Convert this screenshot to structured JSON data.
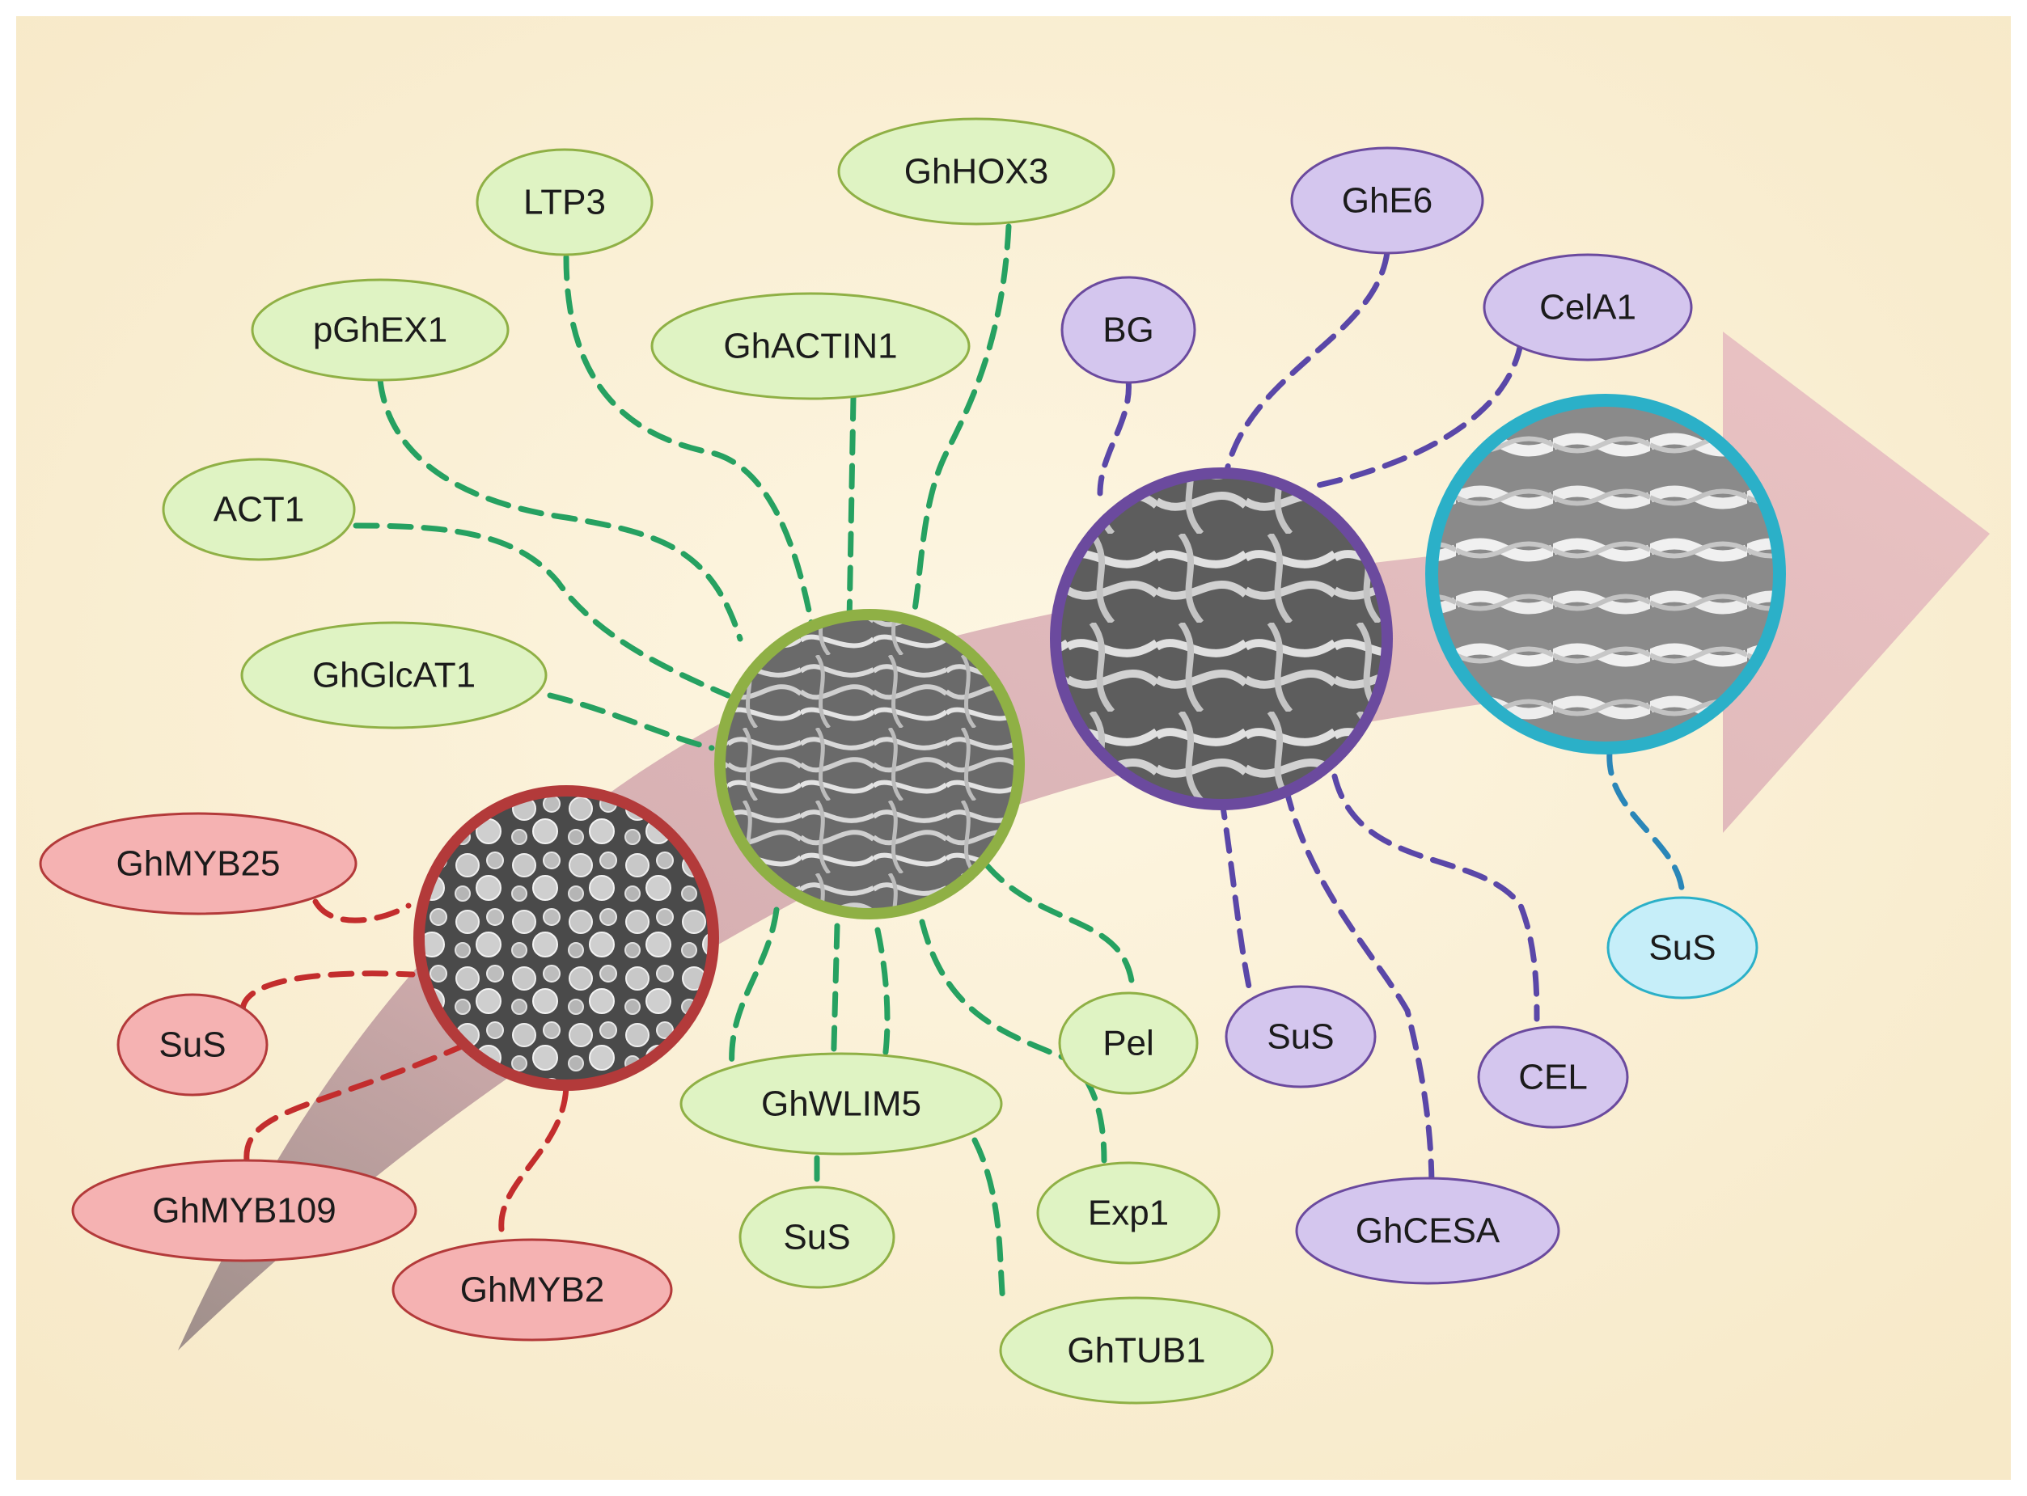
{
  "colors": {
    "background": "#fbf1d8",
    "arrow": "#d9a6ae",
    "early": {
      "stroke": "#b33a3a",
      "fill": "#f5b2b2",
      "link": "#c32d2d"
    },
    "elongation": {
      "stroke": "#8fb045",
      "fill": "#dff3c3",
      "link": "#26a161"
    },
    "secondary_wall": {
      "stroke": "#6b4a9e",
      "fill": "#d4c6ee",
      "link": "#5a47a8"
    },
    "maturation": {
      "stroke": "#2bb0c8",
      "fill": "#c6eef9",
      "link": "#2a86b8"
    }
  },
  "stages": [
    {
      "id": "initiation",
      "group": "early",
      "image": "sem-micrograph-fiber-initials"
    },
    {
      "id": "elongation",
      "group": "elongation",
      "image": "sem-micrograph-elongating-fibers"
    },
    {
      "id": "secondary-wall",
      "group": "secondary_wall",
      "image": "sem-micrograph-secondary-wall-fibers"
    },
    {
      "id": "maturation",
      "group": "maturation",
      "image": "sem-micrograph-mature-twisted-fibers"
    }
  ],
  "genes": {
    "initiation": [
      "GhMYB25",
      "SuS",
      "GhMYB109",
      "GhMYB2"
    ],
    "elongation": [
      "LTP3",
      "GhHOX3",
      "pGhEX1",
      "GhACTIN1",
      "ACT1",
      "GhGlcAT1",
      "Pel",
      "GhWLIM5",
      "SuS",
      "Exp1",
      "GhTUB1"
    ],
    "secondary_wall": [
      "GhE6",
      "BG",
      "CelA1",
      "SuS",
      "CEL",
      "GhCESA"
    ],
    "maturation": [
      "SuS"
    ]
  }
}
